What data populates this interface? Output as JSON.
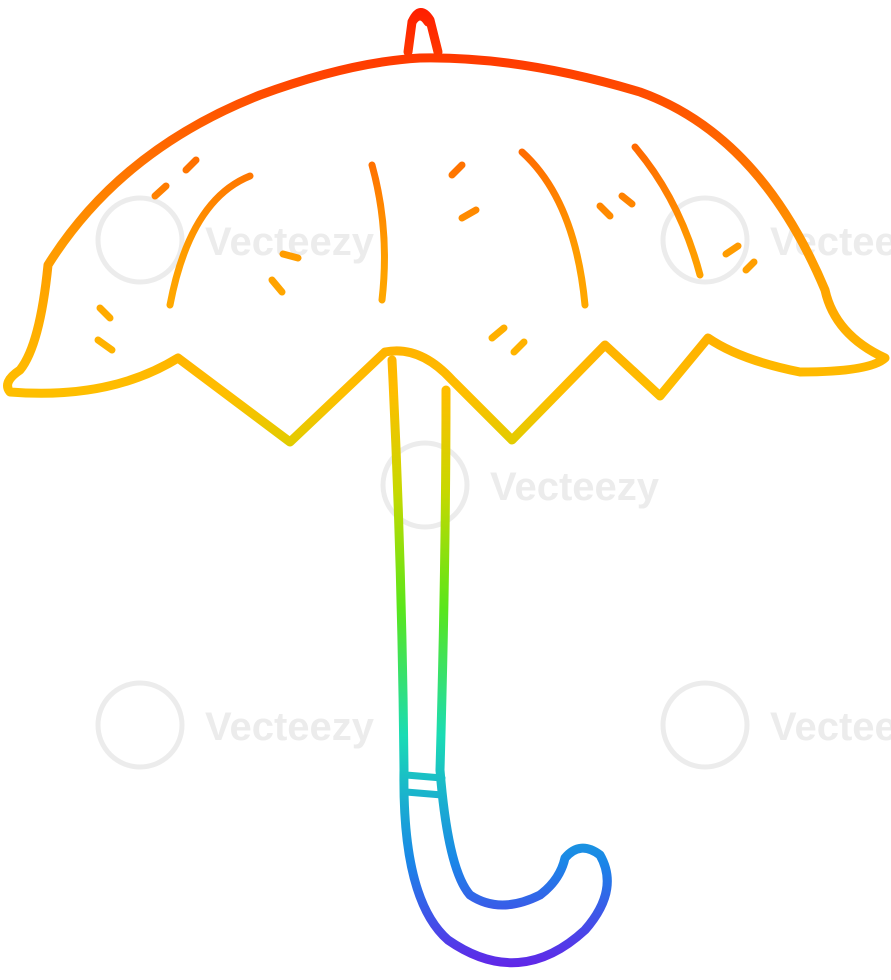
{
  "illustration": {
    "subject": "umbrella",
    "style": "rainbow gradient line art",
    "gradient_colors": [
      "#ff1a00",
      "#ff7a00",
      "#ffb000",
      "#e8c400",
      "#7ae81a",
      "#1ad6c0",
      "#1a6ee8",
      "#6a1ae8"
    ]
  },
  "watermark": {
    "text": "Vecteezy"
  }
}
